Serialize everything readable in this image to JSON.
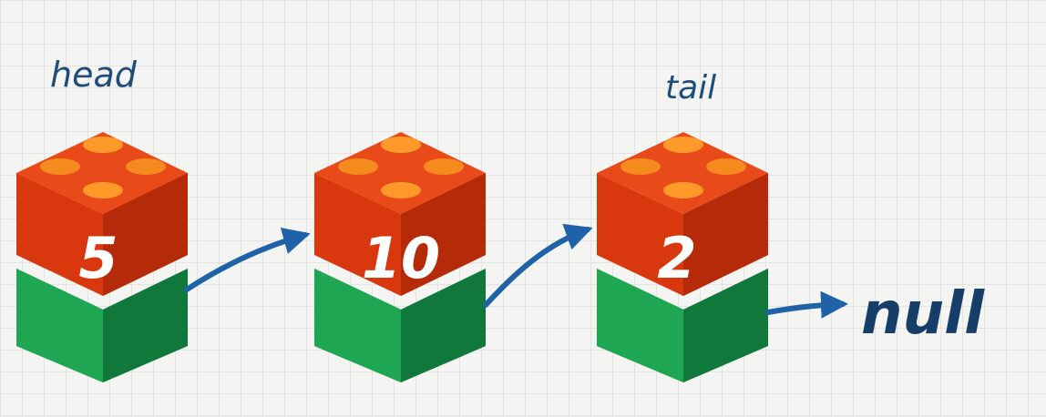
{
  "labels": {
    "head": "head",
    "tail": "tail",
    "null": "null"
  },
  "nodes": [
    {
      "value": "5"
    },
    {
      "value": "10"
    },
    {
      "value": "2"
    }
  ],
  "colors": {
    "top_front": "#d9380f",
    "top_side": "#b52a08",
    "top_face": "#e84a1a",
    "stud": "#f58a1f",
    "stud_top": "#ff9a2a",
    "bottom_front": "#1a9a4a",
    "bottom_side": "#11783c",
    "bottom_face": "#26b05a",
    "arrow": "#1f62a8",
    "label": "#1f4d7a",
    "null": "#173e69"
  }
}
